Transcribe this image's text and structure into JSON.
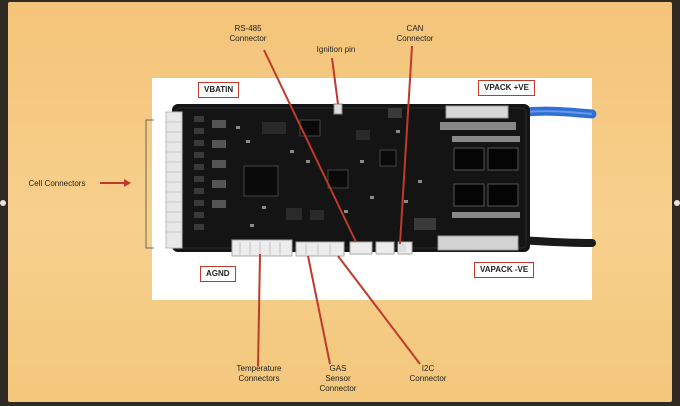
{
  "labels": {
    "rs485": "RS-485\nConnector",
    "ignition": "Ignition pin",
    "can": "CAN\nConnector",
    "vbatin": "VBATIN",
    "vpack_pos": "VPACK +VE",
    "cell": "Cell Connectors",
    "agnd": "AGND",
    "vpack_neg": "VAPACK -VE",
    "temperature": "Temperature\nConnectors",
    "gas": "GAS\nSensor\nConnector",
    "i2c": "I2C\nConnector"
  },
  "colors": {
    "slide_bg": "#f6cc84",
    "arrow": "#c0392b",
    "board": "#141414",
    "cable_blue": "#2f6fd6"
  }
}
